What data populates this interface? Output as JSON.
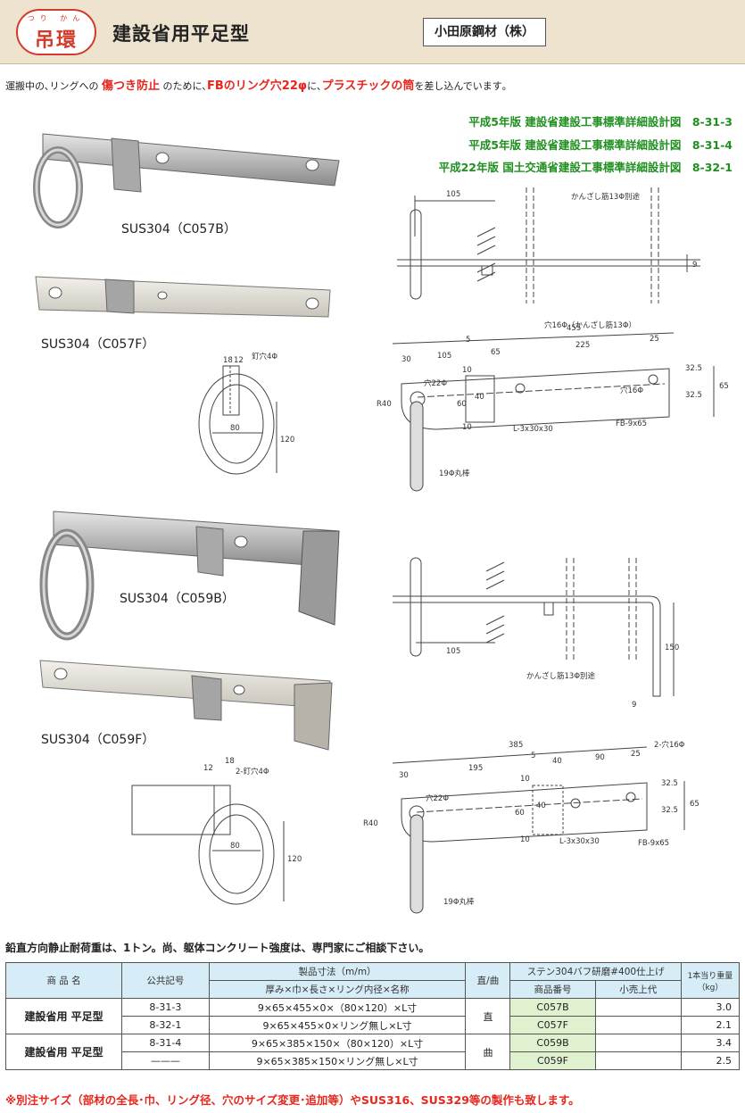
{
  "header": {
    "badge_ruby": "つり かん",
    "badge_main": "吊環",
    "title": "建設省用平足型",
    "company": "小田原鋼材（株）"
  },
  "intro": {
    "part1": "運搬中の､リングへの",
    "highlight1": "傷つき防止",
    "part2": "のために､",
    "highlight2": "FBのリング穴22φ",
    "part3": "に､",
    "highlight3": "プラスチックの筒",
    "part4": "を差し込んでいます｡"
  },
  "standards": [
    "平成5年版 建設省建設工事標準詳細設計図　8-31-3",
    "平成5年版 建設省建設工事標準詳細設計図　8-31-4",
    "平成22年版 国土交通省建設工事標準詳細設計図　8-32-1"
  ],
  "photos": {
    "c057b": "SUS304（C057B）",
    "c057f": "SUS304（C057F）",
    "c059b": "SUS304（C059B）",
    "c059f": "SUS304（C059F）"
  },
  "drawing": {
    "ring1": {
      "d1": "18",
      "d2": "12",
      "nail": "釘穴4Φ",
      "width": "80",
      "height": "120"
    },
    "ring2": {
      "d1": "12",
      "d2": "18",
      "nail": "2-釘穴4Φ",
      "width": "80",
      "height": "120"
    },
    "side1": {
      "top": "105",
      "bar_note": "かんざし筋13Φ別途",
      "thick": "9"
    },
    "plan1": {
      "total": "455",
      "a": "5",
      "b": "30",
      "c": "105",
      "d": "65",
      "e": "225",
      "f": "25",
      "hole_top": "穴16Φ（かんざし筋13Φ）",
      "hole22": "穴22Φ",
      "hole16": "穴16Φ",
      "r": "R40",
      "angle": "L-3x30x30",
      "fb": "FB-9x65",
      "rod": "19Φ丸棒",
      "w1": "32.5",
      "w2": "32.5",
      "w": "65",
      "v1": "10",
      "v2": "40",
      "v3": "60",
      "v4": "10"
    },
    "side2": {
      "bottom": "105",
      "height": "150",
      "bar_note": "かんざし筋13Φ別途",
      "thick": "9"
    },
    "plan2": {
      "total": "385",
      "a": "5",
      "b": "30",
      "c": "195",
      "d": "40",
      "e": "90",
      "f": "25",
      "hole_top": "2-穴16Φ",
      "hole22": "穴22Φ",
      "r": "R40",
      "angle": "L-3x30x30",
      "fb": "FB-9x65",
      "rod": "19Φ丸棒",
      "w1": "32.5",
      "w2": "32.5",
      "w": "65",
      "v1": "10",
      "v2": "40",
      "v3": "60",
      "v4": "10"
    }
  },
  "load_note": "鉛直方向静止耐荷重は、1トン。尚、躯体コンクリート強度は、専門家にご相談下さい。",
  "table": {
    "headers": {
      "name": "商 品 名",
      "code": "公共記号",
      "size": "製品寸法（m/m）",
      "size_sub": "厚み×巾×長さ×リング内径×名称",
      "type": "直/曲",
      "finish": "ステン304バフ研磨#400仕上げ",
      "product_no": "商品番号",
      "price": "小売上代",
      "weight": "1本当り重量（kg）"
    },
    "rows": [
      {
        "name": "建設省用 平足型",
        "code": "8-31-3",
        "size": "9×65×455×0×（80×120）×L寸",
        "type": "直",
        "product": "C057B",
        "price": "",
        "weight": "3.0"
      },
      {
        "code": "8-32-1",
        "size": "9×65×455×0×リング無し×L寸",
        "product": "C057F",
        "price": "",
        "weight": "2.1"
      },
      {
        "name": "建設省用 平足型",
        "code": "8-31-4",
        "size": "9×65×385×150×（80×120）×L寸",
        "type": "曲",
        "product": "C059B",
        "price": "",
        "weight": "3.4"
      },
      {
        "code": "———",
        "size": "9×65×385×150×リング無し×L寸",
        "product": "C059F",
        "price": "",
        "weight": "2.5"
      }
    ]
  },
  "bottom_note": "※別注サイズ（部材の全長･巾、リング径、穴のサイズ変更･追加等）やSUS316、SUS329等の製作も致します。"
}
